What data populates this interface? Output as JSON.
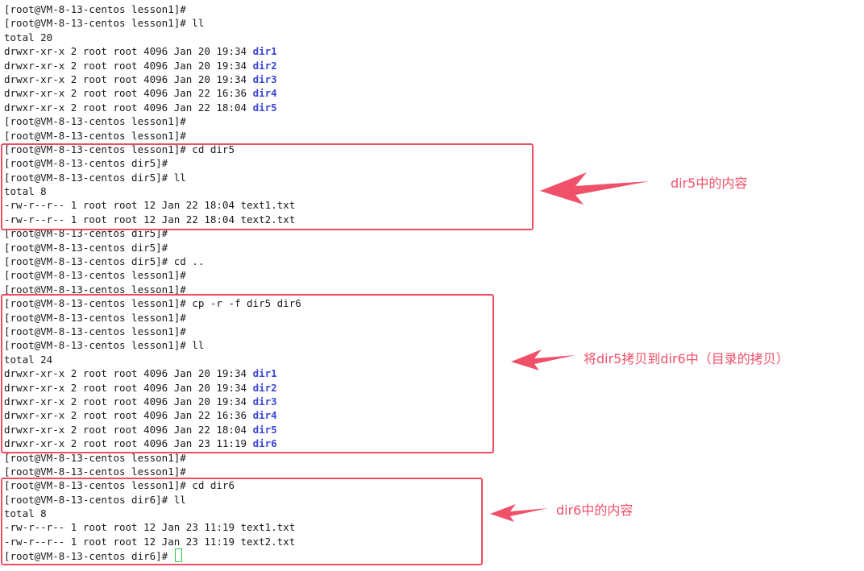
{
  "terminal": {
    "lines": [
      {
        "text": "[root@VM-8-13-centos lesson1]#",
        "hl": ""
      },
      {
        "text": "[root@VM-8-13-centos lesson1]# ll",
        "hl": ""
      },
      {
        "text": "total 20",
        "hl": ""
      },
      {
        "text": "drwxr-xr-x 2 root root 4096 Jan 20 19:34 ",
        "hl": "dir1"
      },
      {
        "text": "drwxr-xr-x 2 root root 4096 Jan 20 19:34 ",
        "hl": "dir2"
      },
      {
        "text": "drwxr-xr-x 2 root root 4096 Jan 20 19:34 ",
        "hl": "dir3"
      },
      {
        "text": "drwxr-xr-x 2 root root 4096 Jan 22 16:36 ",
        "hl": "dir4"
      },
      {
        "text": "drwxr-xr-x 2 root root 4096 Jan 22 18:04 ",
        "hl": "dir5"
      },
      {
        "text": "[root@VM-8-13-centos lesson1]#",
        "hl": ""
      },
      {
        "text": "[root@VM-8-13-centos lesson1]#",
        "hl": ""
      },
      {
        "text": "[root@VM-8-13-centos lesson1]# cd dir5",
        "hl": ""
      },
      {
        "text": "[root@VM-8-13-centos dir5]#",
        "hl": ""
      },
      {
        "text": "[root@VM-8-13-centos dir5]# ll",
        "hl": ""
      },
      {
        "text": "total 8",
        "hl": ""
      },
      {
        "text": "-rw-r--r-- 1 root root 12 Jan 22 18:04 text1.txt",
        "hl": ""
      },
      {
        "text": "-rw-r--r-- 1 root root 12 Jan 22 18:04 text2.txt",
        "hl": ""
      },
      {
        "text": "[root@VM-8-13-centos dir5]#",
        "hl": ""
      },
      {
        "text": "[root@VM-8-13-centos dir5]#",
        "hl": ""
      },
      {
        "text": "[root@VM-8-13-centos dir5]# cd ..",
        "hl": ""
      },
      {
        "text": "[root@VM-8-13-centos lesson1]#",
        "hl": ""
      },
      {
        "text": "[root@VM-8-13-centos lesson1]#",
        "hl": ""
      },
      {
        "text": "[root@VM-8-13-centos lesson1]# cp -r -f dir5 dir6",
        "hl": ""
      },
      {
        "text": "[root@VM-8-13-centos lesson1]#",
        "hl": ""
      },
      {
        "text": "[root@VM-8-13-centos lesson1]#",
        "hl": ""
      },
      {
        "text": "[root@VM-8-13-centos lesson1]# ll",
        "hl": ""
      },
      {
        "text": "total 24",
        "hl": ""
      },
      {
        "text": "drwxr-xr-x 2 root root 4096 Jan 20 19:34 ",
        "hl": "dir1"
      },
      {
        "text": "drwxr-xr-x 2 root root 4096 Jan 20 19:34 ",
        "hl": "dir2"
      },
      {
        "text": "drwxr-xr-x 2 root root 4096 Jan 20 19:34 ",
        "hl": "dir3"
      },
      {
        "text": "drwxr-xr-x 2 root root 4096 Jan 22 16:36 ",
        "hl": "dir4"
      },
      {
        "text": "drwxr-xr-x 2 root root 4096 Jan 22 18:04 ",
        "hl": "dir5"
      },
      {
        "text": "drwxr-xr-x 2 root root 4096 Jan 23 11:19 ",
        "hl": "dir6"
      },
      {
        "text": "[root@VM-8-13-centos lesson1]#",
        "hl": ""
      },
      {
        "text": "[root@VM-8-13-centos lesson1]#",
        "hl": ""
      },
      {
        "text": "[root@VM-8-13-centos lesson1]# cd dir6",
        "hl": ""
      },
      {
        "text": "[root@VM-8-13-centos dir6]# ll",
        "hl": ""
      },
      {
        "text": "total 8",
        "hl": ""
      },
      {
        "text": "-rw-r--r-- 1 root root 12 Jan 23 11:19 text1.txt",
        "hl": ""
      },
      {
        "text": "-rw-r--r-- 1 root root 12 Jan 23 11:19 text2.txt",
        "hl": ""
      },
      {
        "text": "[root@VM-8-13-centos dir6]# ",
        "hl": "",
        "cursor": true
      }
    ]
  },
  "annotations": {
    "dir5_contents": "dir5中的内容",
    "copy_dir5_to_dir6": "将dir5拷贝到dir6中（目录的拷贝）",
    "dir6_contents": "dir6中的内容"
  },
  "colors": {
    "directory_name": "#3b46d6",
    "annotation": "#f0506a",
    "cursor": "#2ecc40"
  }
}
